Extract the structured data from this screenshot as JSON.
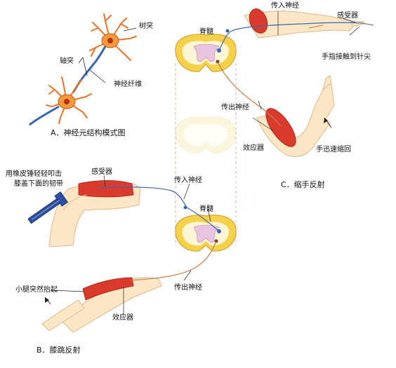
{
  "labels": {
    "dendrite": "树突",
    "axon": "轴突",
    "nerve_fiber": "神经纤维",
    "caption_a": "A．神经元结构模式图",
    "spinal_cord_c": "脊髓",
    "afferent_c": "传入神经",
    "receptor_c": "感受器",
    "finger_touch": "手指接触到针尖",
    "efferent_c": "传出神经",
    "effector_c": "效应器",
    "hand_withdraw": "手迅速缩回",
    "caption_c": "C．缩手反射",
    "hammer_line1": "用橡皮锤轻轻叩击",
    "hammer_line2": "膝盖下面的韧带",
    "receptor_b": "感受器",
    "afferent_b": "传入神经",
    "spinal_cord_b": "脊髓",
    "leg_lift": "小腿突然抬起",
    "efferent_b": "传出神经",
    "effector_b": "效应器",
    "caption_b": "B．膝跳反射"
  },
  "colors": {
    "neuron": "#e8742a",
    "axon": "#3a66b0",
    "skin": "#fbe7c6",
    "muscle": "#d93a2b",
    "spinal_outer": "#f5d24a",
    "spinal_inner": "#fdf7d8",
    "gray_matter": "#e8c4de",
    "nerve": "#c97a4a",
    "hammer": "#2d4fa0"
  }
}
